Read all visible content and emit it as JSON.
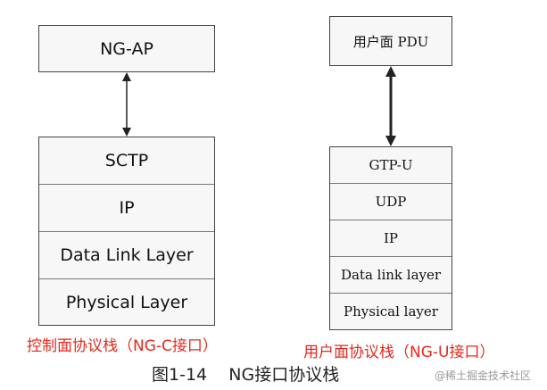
{
  "control_plane": {
    "top_box": "NG-AP",
    "layers": [
      "SCTP",
      "IP",
      "Data Link Layer",
      "Physical Layer"
    ],
    "caption": "控制面协议栈（NG-C接口）"
  },
  "user_plane": {
    "top_box": "用户面 PDU",
    "layers": [
      "GTP-U",
      "UDP",
      "IP",
      "Data link layer",
      "Physical layer"
    ],
    "caption": "用户面协议栈（NG-U接口）"
  },
  "figure_title": "图1-14    NG接口协议栈",
  "watermark": "@稀土掘金技术社区",
  "colors": {
    "caption_red": "#e8271c",
    "border": "#444444",
    "box_fill": "#f7f7f7"
  }
}
